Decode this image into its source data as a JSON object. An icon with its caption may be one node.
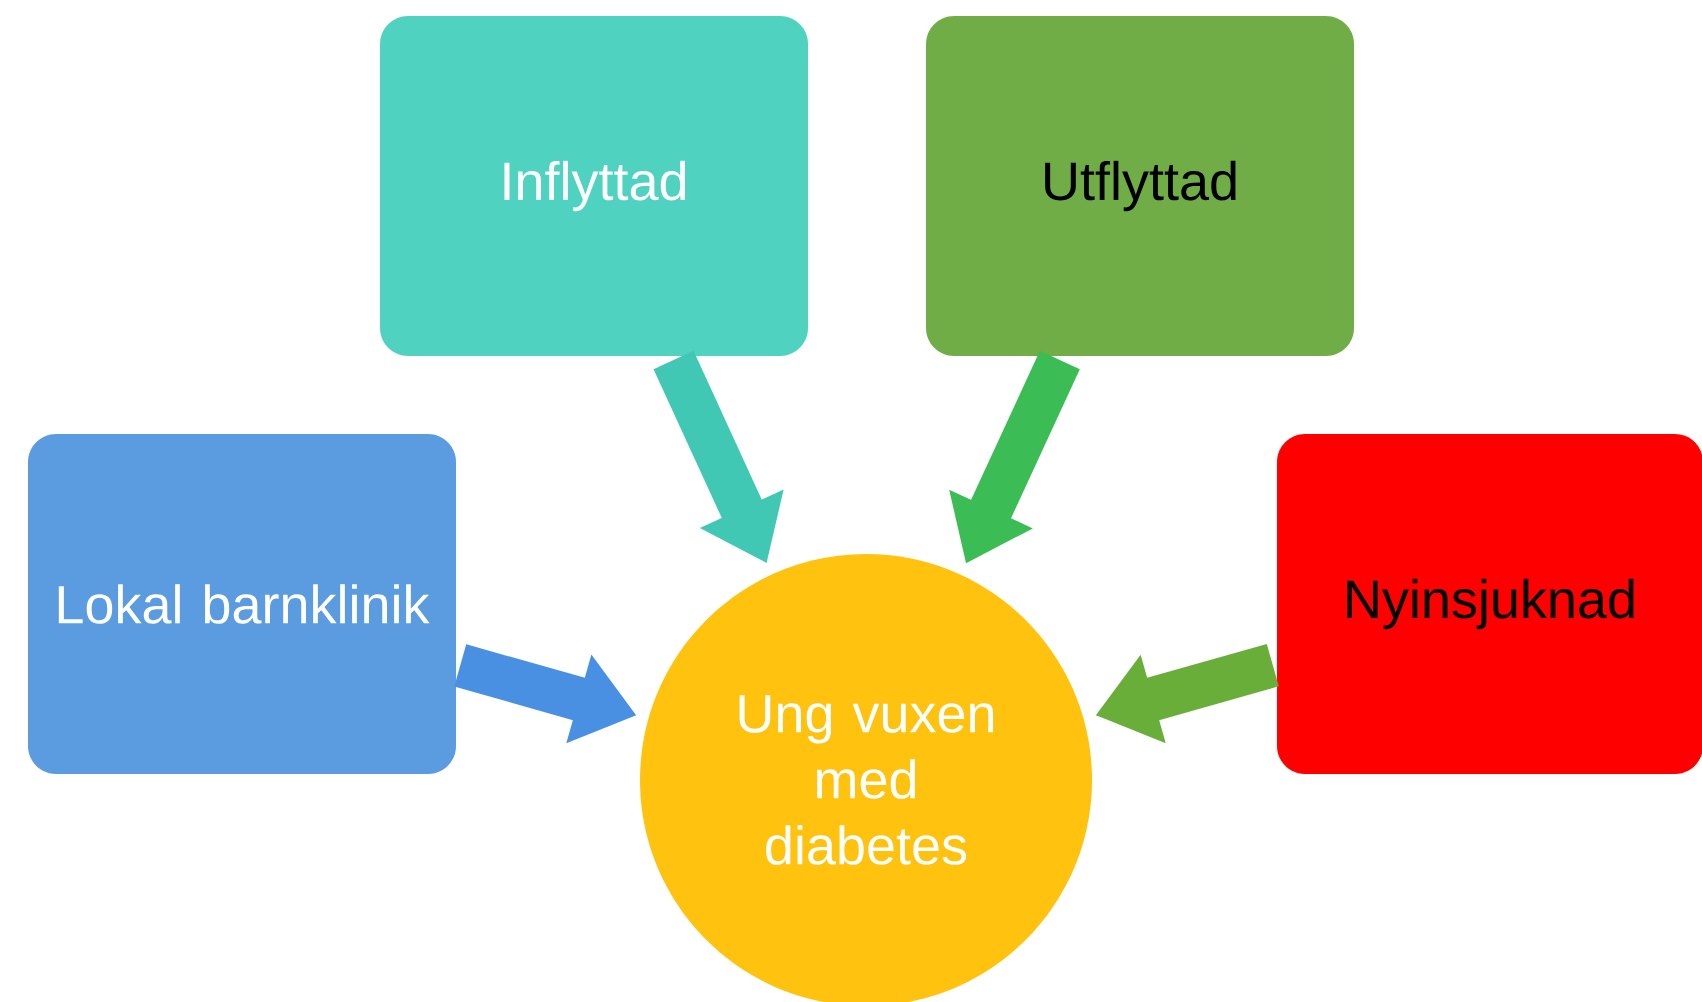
{
  "diagram": {
    "nodes": [
      {
        "text": [
          "Lokal barnklinik"
        ]
      },
      {
        "text": [
          "Inflyttad"
        ]
      },
      {
        "text": [
          "Utflyttad"
        ]
      },
      {
        "text": [
          "Nyinsjuknad"
        ]
      },
      {
        "text": [
          "Ung vuxen med diabetes"
        ]
      }
    ],
    "edges": [
      {
        "from": 0,
        "to": 4,
        "arrow": "to",
        "color": "#4a90e2"
      },
      {
        "from": 1,
        "to": 4,
        "arrow": "to",
        "color": "#40c8b4"
      },
      {
        "from": 2,
        "to": 4,
        "arrow": "to",
        "color": "#3cbc54"
      },
      {
        "from": 3,
        "to": 4,
        "arrow": "to",
        "color": "#6aae3a"
      }
    ]
  }
}
